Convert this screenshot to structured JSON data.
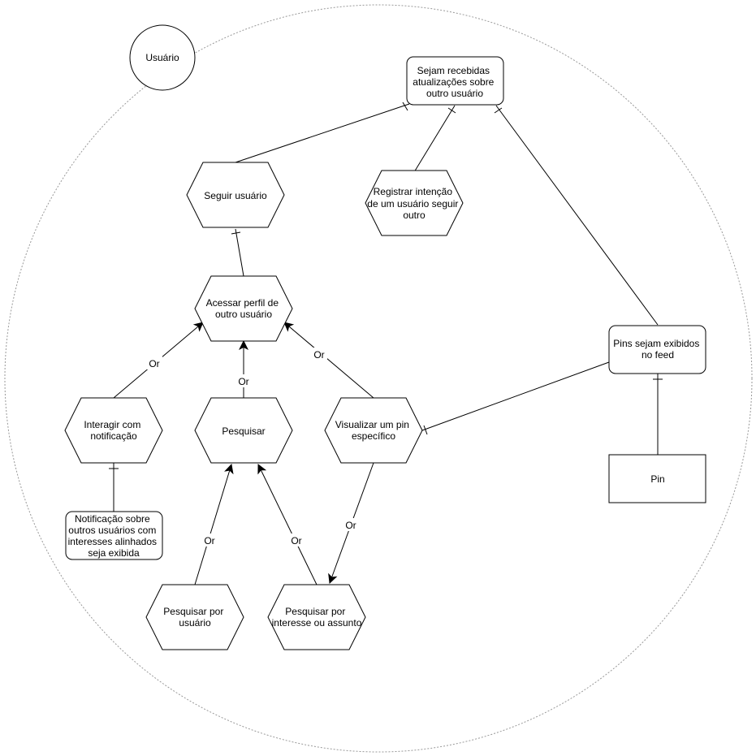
{
  "actor": {
    "label": "Usuário"
  },
  "nodes": {
    "updates": {
      "lines": [
        "Sejam recebidas",
        "atualizações sobre",
        "outro usuário"
      ]
    },
    "follow": {
      "lines": [
        "Seguir usuário"
      ]
    },
    "register": {
      "lines": [
        "Registrar intenção",
        "de um usuário seguir",
        "outro"
      ]
    },
    "pins_feed": {
      "lines": [
        "Pins sejam exibidos",
        "no feed"
      ]
    },
    "access": {
      "lines": [
        "Acessar perfil de",
        "outro usuário"
      ]
    },
    "interact": {
      "lines": [
        "Interagir com",
        "notificação"
      ]
    },
    "search": {
      "lines": [
        "Pesquisar"
      ]
    },
    "view_pin": {
      "lines": [
        "Visualizar um pin",
        "específico"
      ]
    },
    "pin": {
      "lines": [
        "Pin"
      ]
    },
    "notif": {
      "lines": [
        "Notificação sobre",
        "outros usuários com",
        "interesses alinhados",
        "seja exibida"
      ]
    },
    "search_user": {
      "lines": [
        "Pesquisar por",
        "usuário"
      ]
    },
    "search_int": {
      "lines": [
        "Pesquisar por",
        "interesse ou assunto"
      ]
    }
  },
  "edge_labels": {
    "or_interact_access": "Or",
    "or_search_access": "Or",
    "or_viewpin_access": "Or",
    "or_user_search": "Or",
    "or_interest_search": "Or",
    "or_viewpin_interest": "Or"
  },
  "colors": {
    "stroke": "#000000",
    "boundary": "#999999",
    "background": "#ffffff"
  }
}
